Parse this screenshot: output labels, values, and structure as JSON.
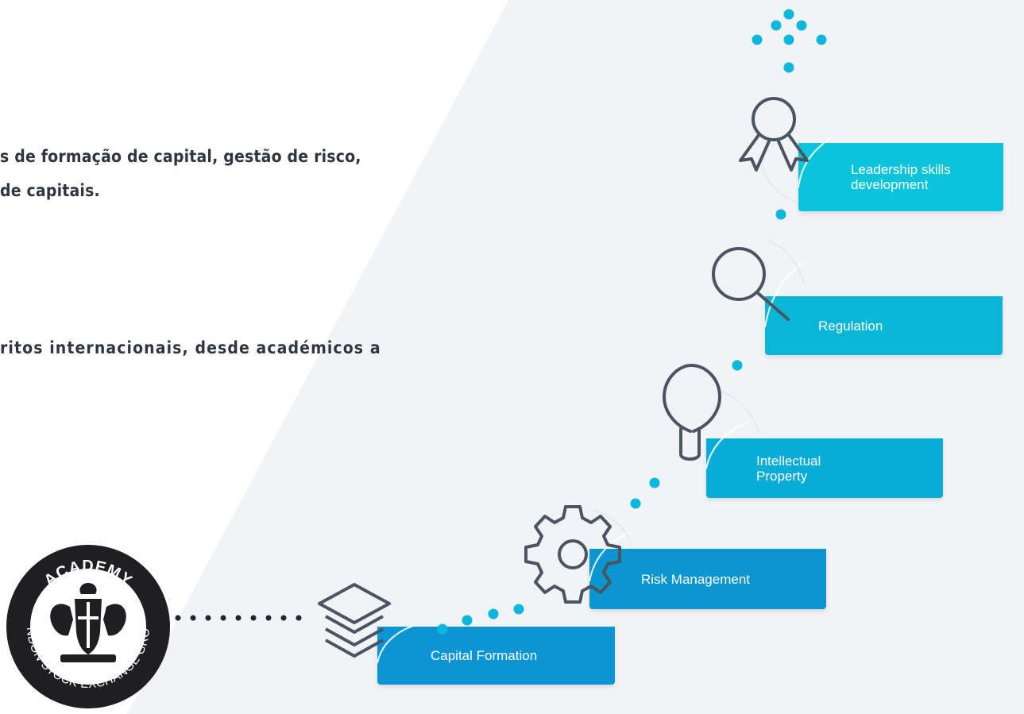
{
  "intro_text": {
    "line1": "s de formação de capital, gestão de risco,",
    "line2": "de capitais.",
    "line3": "ritos internacionais, desde académicos a"
  },
  "steps": [
    {
      "id": "leadership",
      "label_line1": "Leadership skills",
      "label_line2": "development",
      "icon": "ribbon-award-icon"
    },
    {
      "id": "regulation",
      "label_line1": "Regulation",
      "label_line2": "",
      "icon": "magnifier-icon"
    },
    {
      "id": "ip",
      "label_line1": "Intellectual",
      "label_line2": "Property",
      "icon": "lightbulb-icon"
    },
    {
      "id": "risk",
      "label_line1": "Risk Management",
      "label_line2": "",
      "icon": "gear-icon"
    },
    {
      "id": "capital",
      "label_line1": "Capital Formation",
      "label_line2": "",
      "icon": "layers-icon"
    }
  ],
  "logo": {
    "top_text": "ACADEMY",
    "ring_text": "LONDON STOCK EXCHANGE GROUP"
  },
  "colors": {
    "dot": "#0bb7dc",
    "icon_stroke": "#4a5563",
    "text": "#2f3640"
  }
}
